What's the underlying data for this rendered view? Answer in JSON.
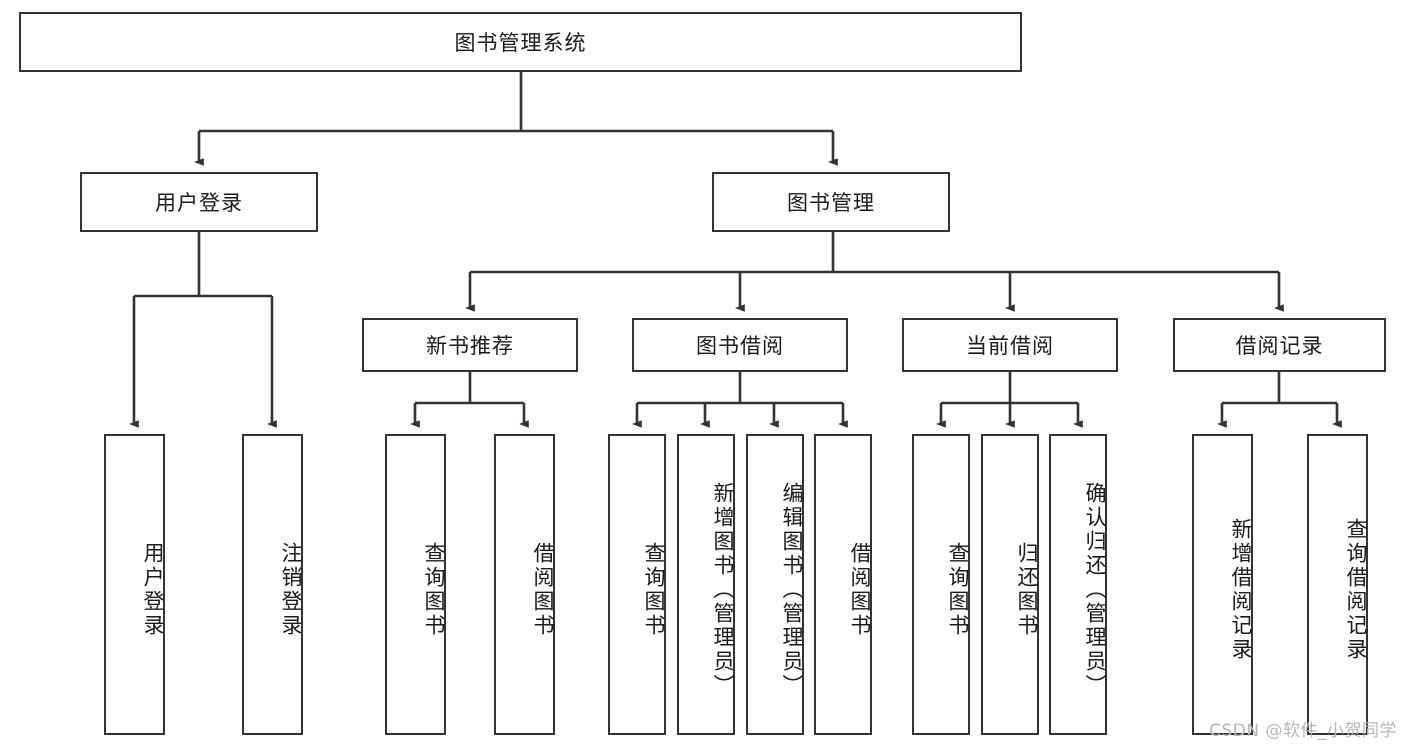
{
  "diagram": {
    "title_node": {
      "label": "图书管理系统"
    },
    "level2": [
      {
        "id": "user-login",
        "label": "用户登录"
      },
      {
        "id": "book-management",
        "label": "图书管理"
      }
    ],
    "level3": [
      {
        "id": "new-book-recommend",
        "label": "新书推荐"
      },
      {
        "id": "book-borrow",
        "label": "图书借阅"
      },
      {
        "id": "current-borrow",
        "label": "当前借阅"
      },
      {
        "id": "borrow-record",
        "label": "借阅记录"
      }
    ],
    "leaves": {
      "user_login": [
        {
          "id": "leaf-user-login",
          "label": "用户登录"
        },
        {
          "id": "leaf-logout-login",
          "label": "注销登录"
        }
      ],
      "new_book_recommend": [
        {
          "id": "leaf-query-book-1",
          "label": "查询图书"
        },
        {
          "id": "leaf-borrow-book-1",
          "label": "借阅图书"
        }
      ],
      "book_borrow": [
        {
          "id": "leaf-query-book-2",
          "label": "查询图书"
        },
        {
          "id": "leaf-add-book",
          "label": "新增图书（管理员）"
        },
        {
          "id": "leaf-edit-book",
          "label": "编辑图书（管理员）"
        },
        {
          "id": "leaf-borrow-book-2",
          "label": "借阅图书"
        }
      ],
      "current_borrow": [
        {
          "id": "leaf-query-book-3",
          "label": "查询图书"
        },
        {
          "id": "leaf-return-book",
          "label": "归还图书"
        },
        {
          "id": "leaf-confirm-return",
          "label": "确认归还（管理员）"
        }
      ],
      "borrow_record": [
        {
          "id": "leaf-add-record",
          "label": "新增借阅记录"
        },
        {
          "id": "leaf-query-record",
          "label": "查询借阅记录"
        }
      ]
    }
  },
  "watermark": {
    "text": "CSDN @软件_小贺同学"
  },
  "colors": {
    "stroke": "#333333",
    "box_fill": "#ffffff",
    "text": "#1a1a1a",
    "watermark": "#b7b7b7"
  }
}
